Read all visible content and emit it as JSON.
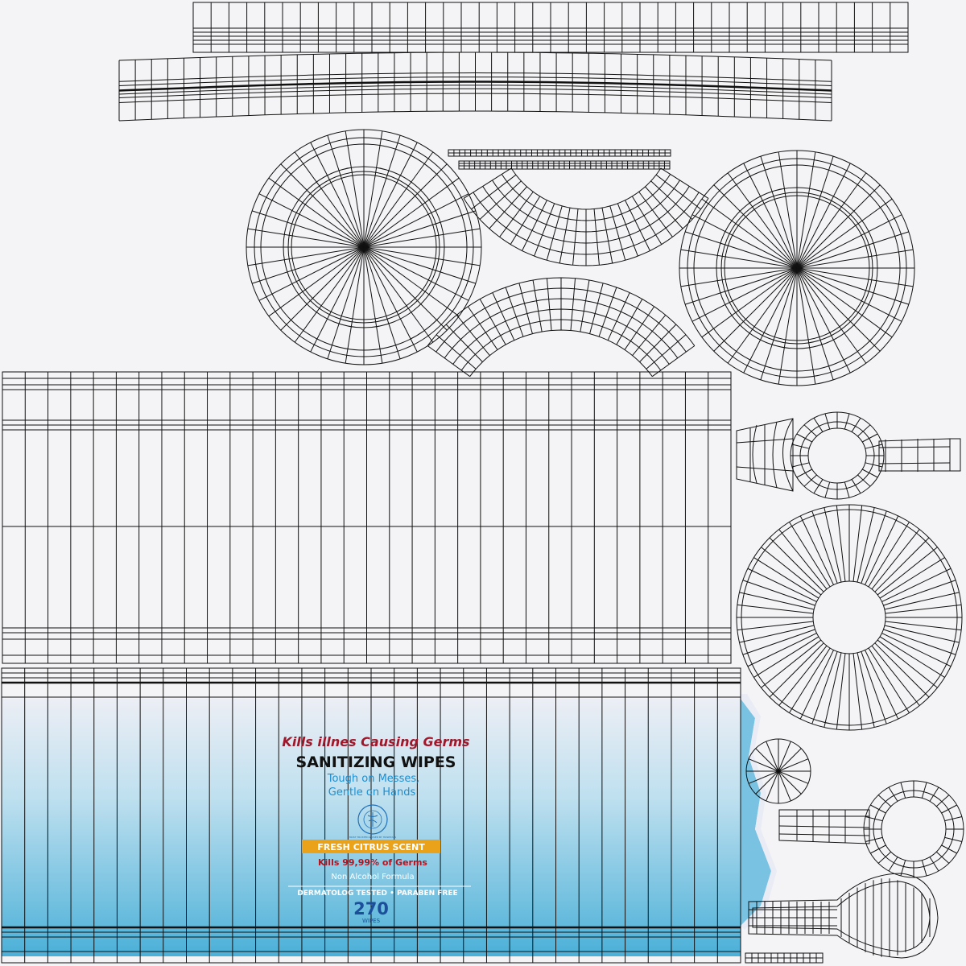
{
  "label": {
    "tagline": "Kills illnes Causing Germs",
    "product_name": "SANITIZING WIPES",
    "sub_line_1": "Tough on Messes,",
    "sub_line_2": "Gentle on Hands",
    "seal_text": "MOST TRUSTED & USED BY HOSPITALS",
    "scent": "FRESH CITRUS SCENT",
    "claim": "Kills 99,99% of Germs",
    "formula": "Non Alcohol Formula",
    "badges": "DERMATOLOG TESTED  •  PARABEN FREE",
    "count": "270",
    "count_unit": "WIPES"
  },
  "colors": {
    "background": "#f4f4f6",
    "wire": "#111111",
    "gradient_top": "#eceef5",
    "gradient_bottom": "#4bb0d8",
    "tagline": "#a2162a",
    "product_name": "#111111",
    "sub_lines": "#1b8fd0",
    "scent_band": "#e9a21a",
    "claim": "#b8121e",
    "count": "#1c4f9a",
    "seal": "#2070b8"
  }
}
